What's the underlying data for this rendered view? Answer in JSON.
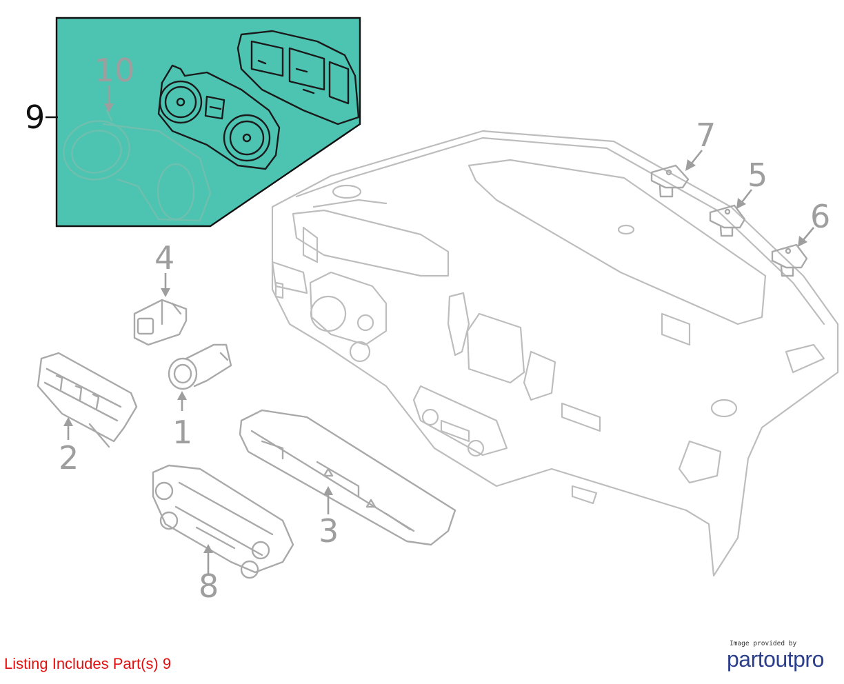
{
  "callouts": {
    "c1": "1",
    "c2": "2",
    "c3": "3",
    "c4": "4",
    "c5": "5",
    "c6": "6",
    "c7": "7",
    "c8": "8",
    "c9": "9",
    "c10": "10"
  },
  "colors": {
    "highlight": "#4dc3b2",
    "listing_text": "#e01010",
    "brand": "#2b3f8c"
  },
  "footer": {
    "listing_note": "Listing Includes Part(s) 9",
    "credit_small": "Image provided by",
    "credit_brand": "partoutpro"
  }
}
